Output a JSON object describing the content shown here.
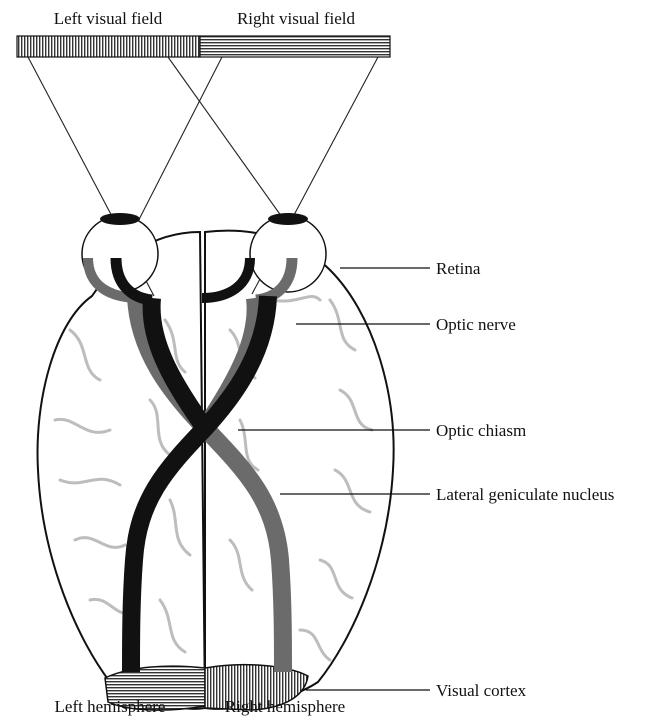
{
  "visual_field": {
    "left_label": "Left visual field",
    "right_label": "Right visual field"
  },
  "labels": {
    "retina": "Retina",
    "optic_nerve": "Optic nerve",
    "optic_chiasm": "Optic chiasm",
    "lgn": "Lateral geniculate nucleus",
    "visual_cortex": "Visual cortex"
  },
  "hemispheres": {
    "left": "Left hemisphere",
    "right": "Right hemisphere"
  },
  "colors": {
    "left_pathway": "#111111",
    "right_pathway": "#6b6b6b",
    "brain_outline": "#111111",
    "sulci": "#bdbdbd"
  }
}
